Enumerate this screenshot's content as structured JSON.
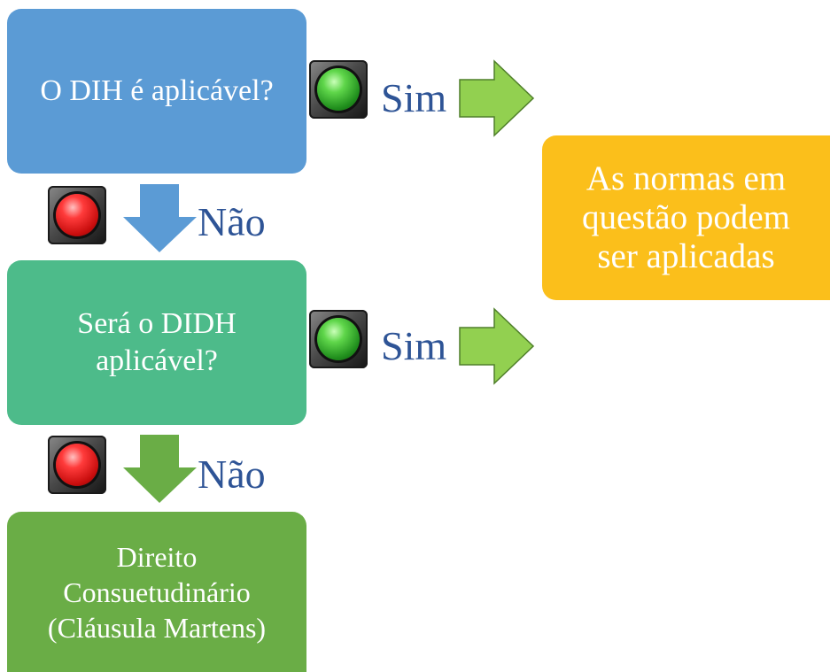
{
  "boxes": {
    "q1": "O DIH é aplicável?",
    "q2_line1": "Será o DIDH",
    "q2_line2": "aplicável?",
    "direito_line1": "Direito",
    "direito_line2": "Consuetudinário",
    "direito_line3": "(Cláusula Martens)",
    "result_line1": "As normas em",
    "result_line2": "questão podem",
    "result_line3": "ser aplicadas"
  },
  "labels": {
    "sim": "Sim",
    "nao": "Não"
  },
  "colors": {
    "q1_box": "#5b9bd5",
    "q2_box": "#4dbb8a",
    "direito_box": "#6aad46",
    "result_box": "#fbbf1b",
    "sim_arrow": "#92d050",
    "down_arrow_1": "#5b9bd5",
    "down_arrow_2": "#6aad46",
    "label_text": "#2e5496"
  },
  "icons": [
    "green-traffic-light-icon",
    "red-traffic-light-icon",
    "right-arrow-icon",
    "down-arrow-icon"
  ]
}
